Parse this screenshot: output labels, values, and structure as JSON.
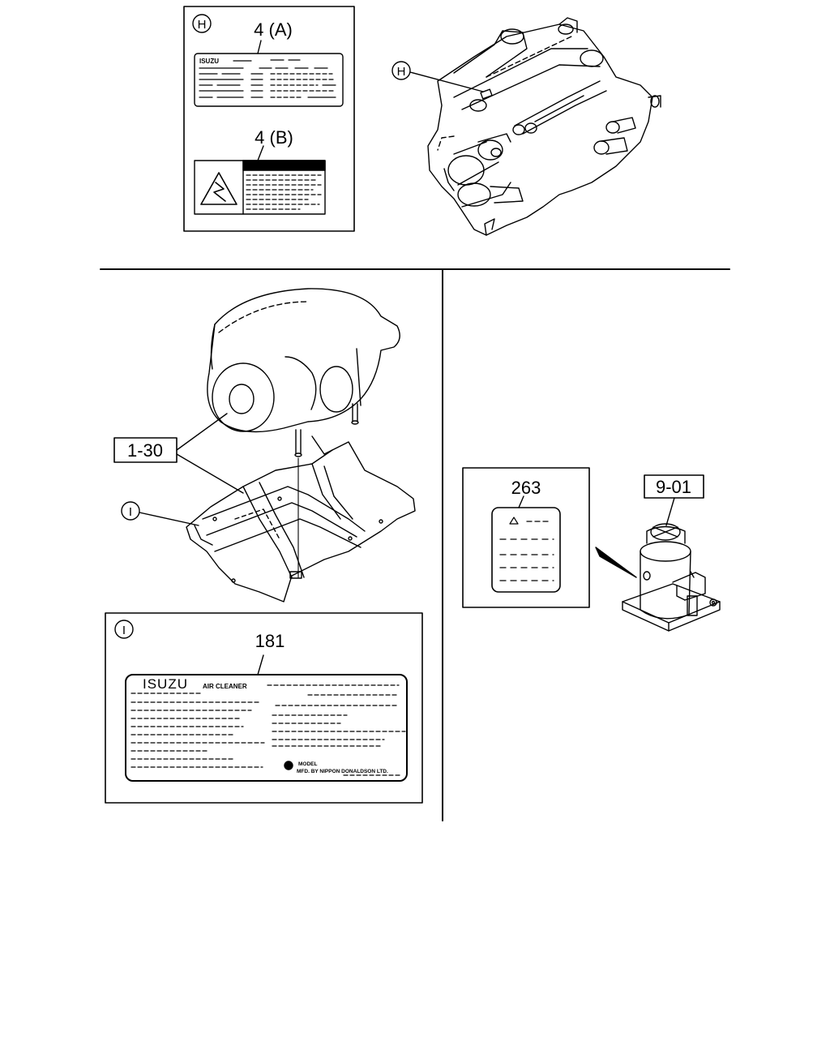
{
  "top": {
    "callout_h": "H",
    "label_4a": "4 (A)",
    "label_4b": "4 (B)",
    "label_4a_brand": "ISUZU"
  },
  "bottom_left": {
    "part_1_30": "1-30",
    "callout_i": "I",
    "panel_callout_i": "I",
    "label_181": "181",
    "air_cleaner_brand": "ISUZU",
    "air_cleaner_title": "AIR CLEANER",
    "model_text": "MODEL",
    "manufacturer_text": "MFD. BY NIPPON DONALDSON LTD."
  },
  "bottom_right": {
    "label_263": "263",
    "part_9_01": "9-01"
  }
}
